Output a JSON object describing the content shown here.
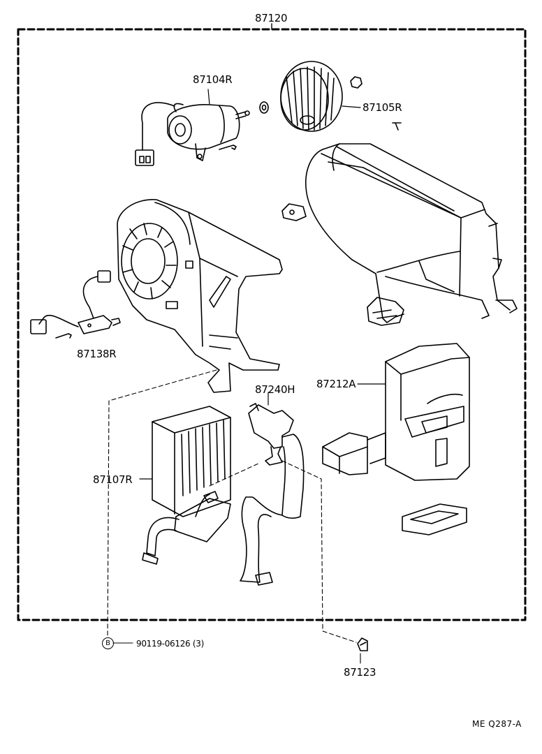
{
  "assembly": {
    "number": "87120"
  },
  "parts": {
    "blower_motor": "87104R",
    "fan": "87105R",
    "resistor": "87138R",
    "water_valve": "87240H",
    "duct": "87212A",
    "heater_core": "87107R",
    "clip": "87123"
  },
  "fastener": {
    "symbol": "B",
    "part": "90119-06126 (3)"
  },
  "reference_code": "ME  Q287-A"
}
